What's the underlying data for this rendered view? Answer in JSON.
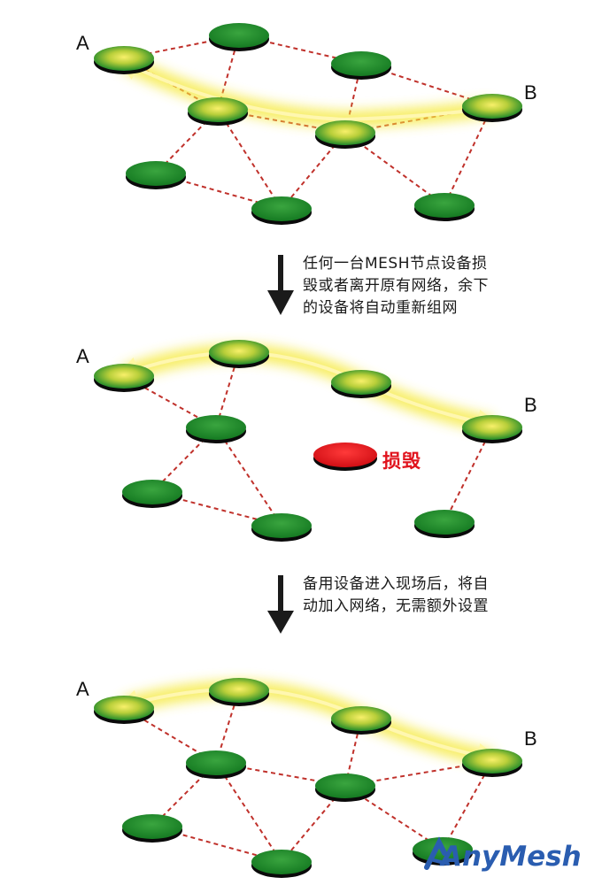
{
  "endpoints": {
    "a": "A",
    "b": "B"
  },
  "steps": {
    "step1": [
      "任何一台MESH节点设备损",
      "毁或者离开原有网络，余下",
      "的设备将自动重新组网"
    ],
    "step2": [
      "备用设备进入现场后，将自",
      "动加入网络，无需额外设置"
    ]
  },
  "destroyed_label": "损毁",
  "logo": "AnyMesh",
  "colors": {
    "node_fill": "#1f8a2a",
    "node_shadow": "#0a0a0a",
    "link_dashed": "#c0312b",
    "path_highlight": "#f7e93a",
    "destroyed_node": "#e0121c",
    "logo_blue": "#2a5db0"
  }
}
